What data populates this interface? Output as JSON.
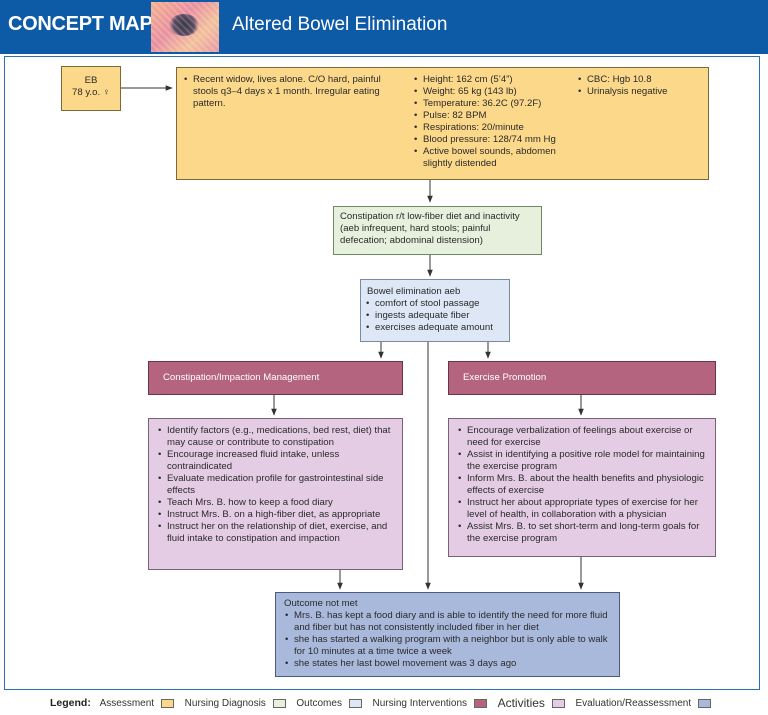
{
  "header": {
    "left_title": "CONCEPT MAP",
    "right_title": "Altered Bowel Elimination",
    "image_icon": "intestine-photo-icon"
  },
  "patient": {
    "name": "EB",
    "age": "78 y.o. ♀"
  },
  "assessment": {
    "col1": [
      "Recent widow, lives alone. C/O hard, painful stools q3–4 days x 1 month. Irregular eating pattern."
    ],
    "col2": [
      "Height: 162 cm (5’4”)",
      "Weight: 65 kg (143 lb)",
      "Temperature: 36.2C  (97.2F)",
      "Pulse: 82 BPM",
      "Respirations: 20/minute",
      "Blood pressure: 128/74 mm Hg",
      "Active bowel sounds, abdomen slightly distended"
    ],
    "col3": [
      "CBC: Hgb 10.8",
      "Urinalysis negative"
    ]
  },
  "diagnosis": {
    "text": "Constipation r/t low-fiber diet and inactivity (aeb infrequent, hard stools; painful defecation; abdominal distension)"
  },
  "outcomes": {
    "title": "Bowel elimination aeb",
    "items": [
      "comfort of stool passage",
      "ingests adequate fiber",
      "exercises adequate amount"
    ]
  },
  "intervention_left": {
    "label": "Constipation/Impaction Management"
  },
  "intervention_right": {
    "label": "Exercise Promotion"
  },
  "activities_left": {
    "items": [
      "Identify factors (e.g., medications, bed rest, diet) that may cause or contribute to constipation",
      "Encourage increased fluid intake, unless contraindicated",
      "Evaluate medication profile for gastrointestinal side effects",
      "Teach Mrs. B. how to keep a food diary",
      "Instruct Mrs. B. on a high-fiber diet, as appropriate",
      "Instruct her on the relationship of diet, exercise, and fluid intake to constipation and impaction"
    ]
  },
  "activities_right": {
    "items": [
      "Encourage verbalization of feelings about exercise or need for exercise",
      "Assist in identifying a positive role model for maintaining the exercise program",
      "Inform Mrs. B. about the health benefits and physiologic effects of exercise",
      "Instruct her about appropriate types of exercise for her level of health, in collaboration with a physician",
      "Assist Mrs. B. to set short-term and long-term goals for the exercise program"
    ]
  },
  "evaluation": {
    "title": "Outcome not met",
    "items": [
      "Mrs. B. has kept a food diary and is able to identify the need for more fluid and fiber but has not consistently included fiber in her diet",
      "she has started a walking program with a neighbor but is only able to walk for 10 minutes at a time twice a week",
      "she states her last bowel movement was 3 days ago"
    ]
  },
  "legend": {
    "title": "Legend:",
    "items": [
      {
        "label": "Assessment",
        "color": "#fcd98a"
      },
      {
        "label": "Nursing Diagnosis",
        "color": "#e6f0dc"
      },
      {
        "label": "Outcomes",
        "color": "#dde7f6"
      },
      {
        "label": "Nursing Interventions",
        "color": "#b5647f"
      },
      {
        "label": "Activities",
        "color": "#e4cde4"
      },
      {
        "label": "Evaluation/Reassessment",
        "color": "#a9b9dc"
      }
    ]
  }
}
